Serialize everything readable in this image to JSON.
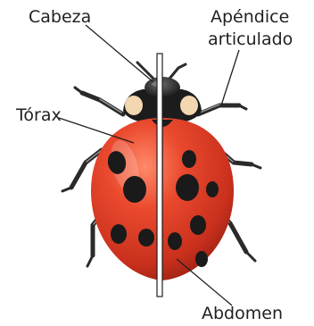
{
  "labels": {
    "head": "Cabeza",
    "appendage_line1": "Apéndice",
    "appendage_line2": "articulado",
    "thorax": "Tórax",
    "abdomen": "Abdomen"
  },
  "colors": {
    "elytra": "#e8412a",
    "elytra_shadow": "#b8281a",
    "spots": "#1a1a1a",
    "pronotum_patch": "#f2d7b0",
    "legs": "#3a3a3a",
    "symmetry_axis": "#ffffff"
  }
}
